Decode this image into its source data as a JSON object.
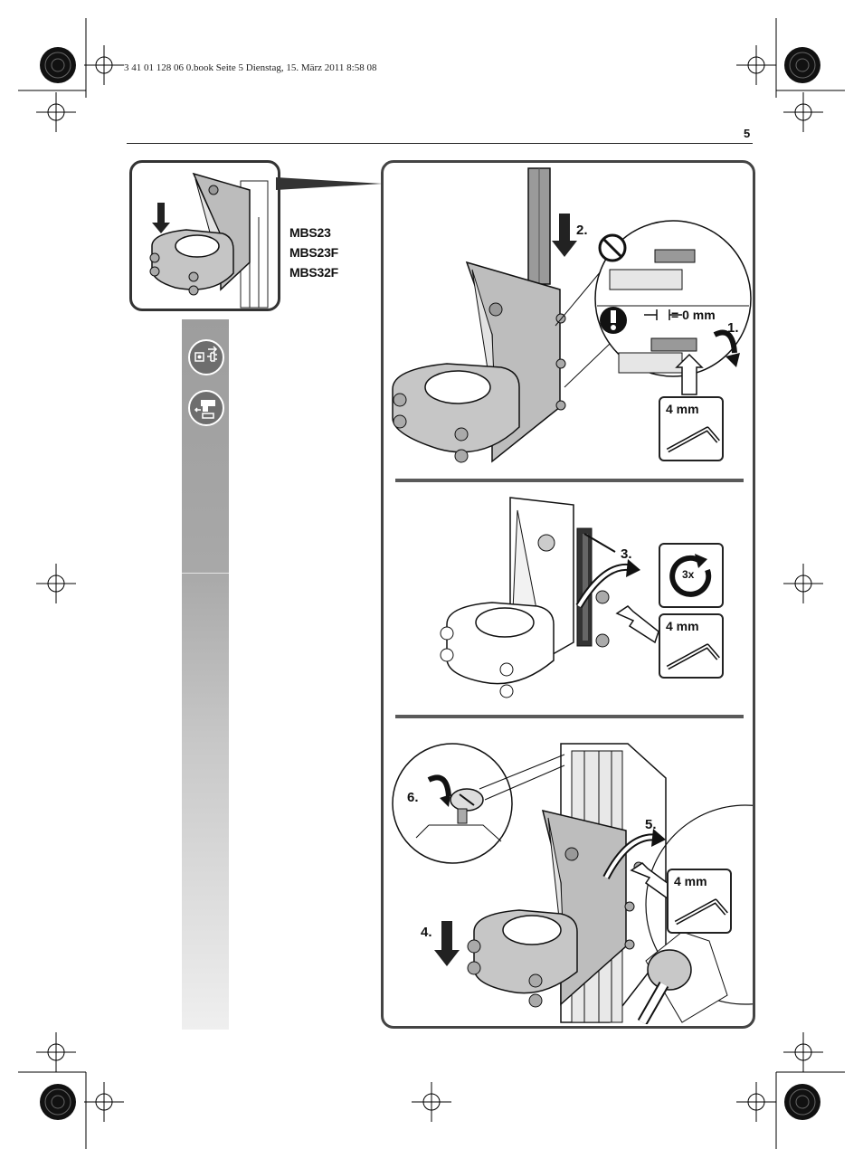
{
  "print_header": "3 41 01 128 06 0.book  Seite 5  Dienstag, 15. März 2011  8:58 08",
  "page_number": "5",
  "models": [
    "MBS23",
    "MBS23F",
    "MBS32F"
  ],
  "steps": {
    "s1": "1.",
    "s2": "2.",
    "s3": "3.",
    "s4": "4.",
    "s5": "5.",
    "s6": "6."
  },
  "gap_label": "= 0 mm",
  "rotation_count": "3x",
  "hex_key": "4 mm",
  "icons": {
    "sidebar_top": "plug-disconnect-icon",
    "sidebar_bottom": "drill-battery-remove-icon",
    "prohibited": "prohibited-icon",
    "warning": "exclamation-icon",
    "rotate": "rotate-3x-icon",
    "hex_key": "hex-key-icon"
  },
  "colors": {
    "sidebar_dark": "#9d9d9d",
    "sidebar_light": "#efefef",
    "panel_border": "#444444",
    "part_gray": "#b9b9b9"
  }
}
